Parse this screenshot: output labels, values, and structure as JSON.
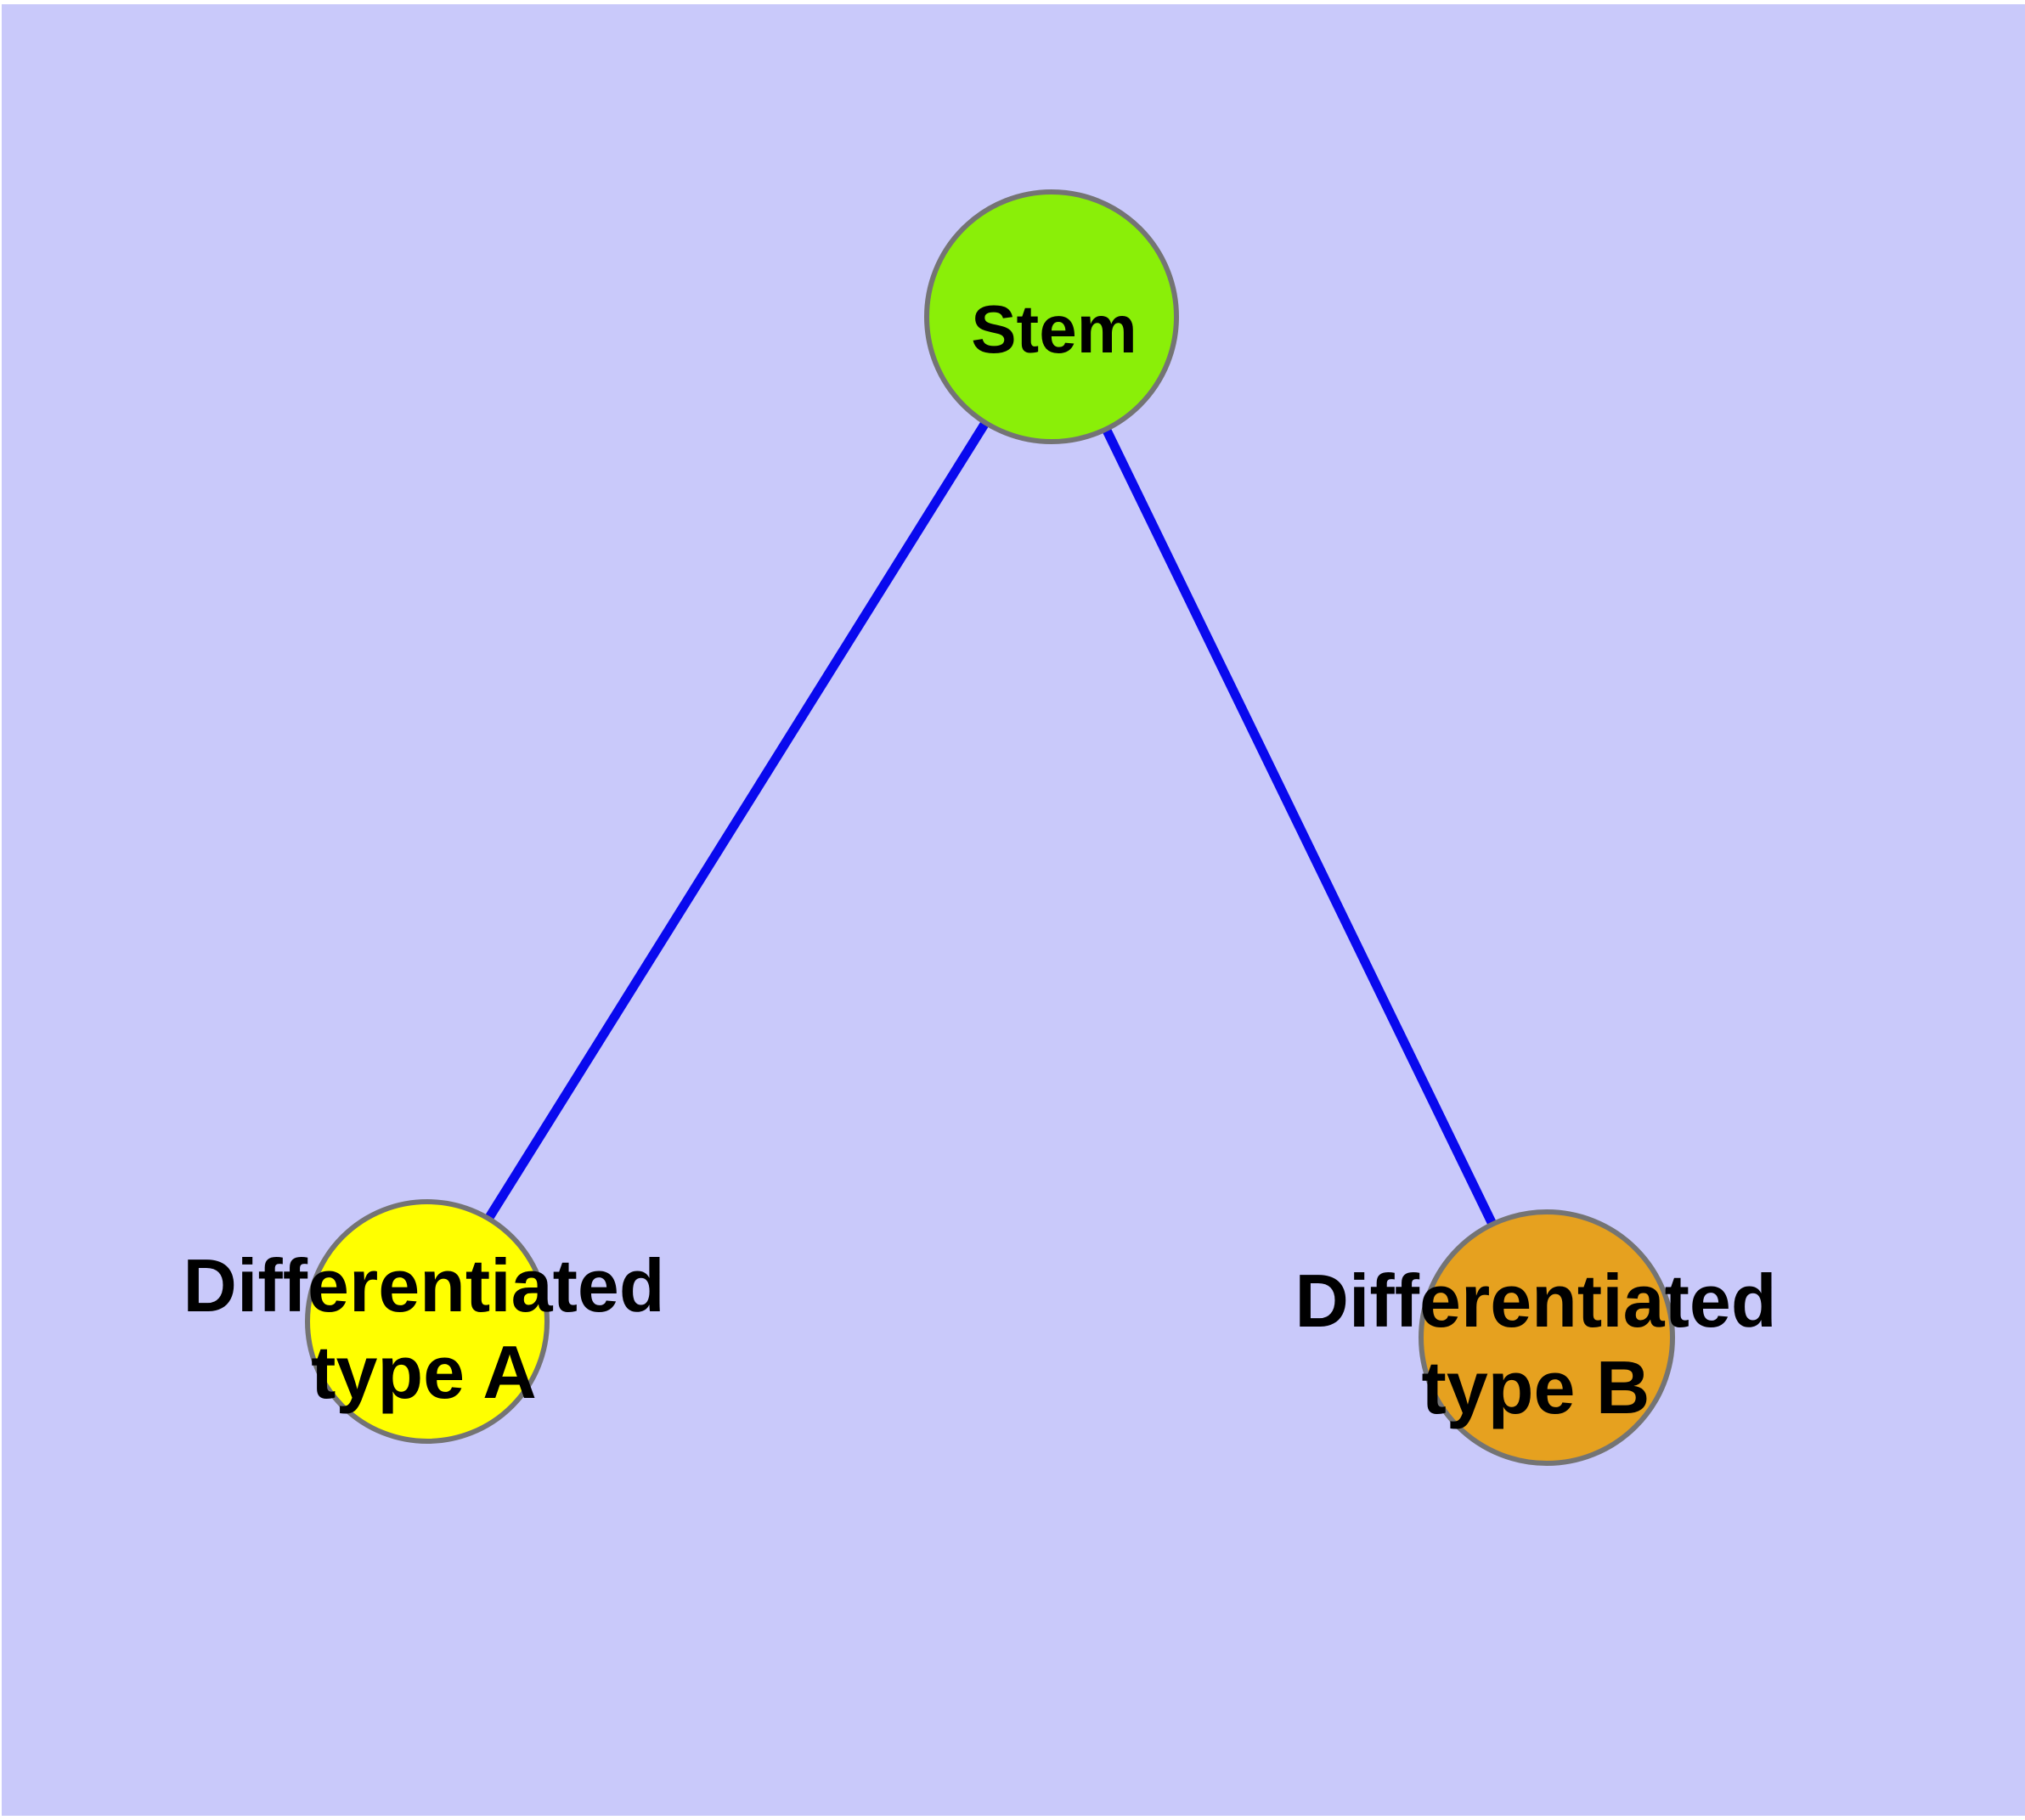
{
  "diagram": {
    "background_color": "#c9c9fa",
    "frame_color": "#ffffff",
    "edge_color": "#0909ee",
    "node_border_color": "#747474",
    "text_color": "#000000",
    "nodes": [
      {
        "id": "stem",
        "label_lines": [
          "Stem"
        ],
        "fill": "#8aef08"
      },
      {
        "id": "differentiated-type-a",
        "label_lines": [
          "Differentiated",
          "type A"
        ],
        "fill": "#ffff00"
      },
      {
        "id": "differentiated-type-b",
        "label_lines": [
          "Differentiated",
          "type B"
        ],
        "fill": "#e6a11f"
      }
    ],
    "edges": [
      {
        "from": "stem",
        "to": "differentiated-type-a"
      },
      {
        "from": "stem",
        "to": "differentiated-type-b"
      }
    ]
  }
}
